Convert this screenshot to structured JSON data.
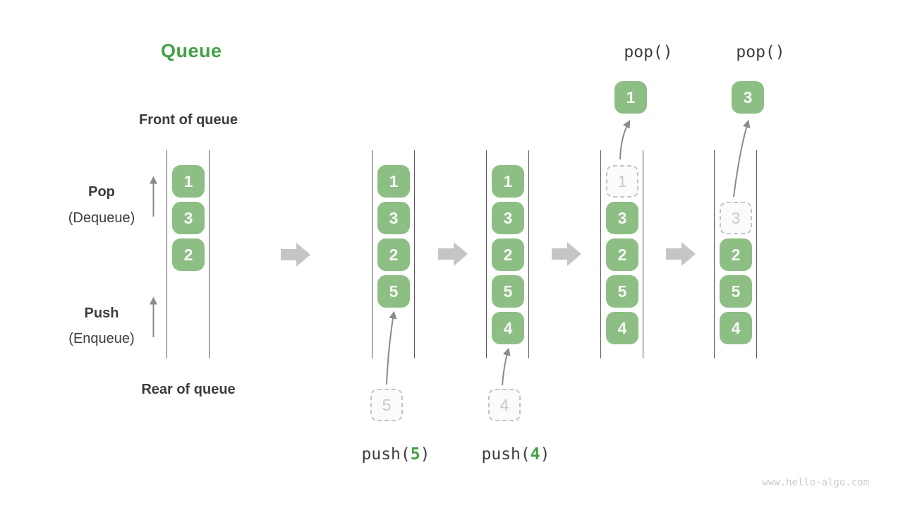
{
  "title": "Queue",
  "watermark": "www.hello-algo.com",
  "side_labels": {
    "front": "Front of queue",
    "rear": "Rear of queue",
    "pop": "Pop",
    "pop_sub": "(Dequeue)",
    "push": "Push",
    "push_sub": "(Enqueue)"
  },
  "colors": {
    "box_green": "#8DBE84",
    "accent_green": "#42A045",
    "text_dark": "#3C3C3C",
    "thin_arrow": "#8A8A8A",
    "block_arrow": "#C5C5C5",
    "line_gray": "#5A5A5A",
    "ghost_border": "#C5C5C5",
    "ghost_text": "#C8C8C8",
    "watermark_gray": "#CBCBCB"
  },
  "stages": [
    {
      "items": [
        "1",
        "3",
        "2"
      ]
    },
    {
      "items": [
        "1",
        "3",
        "2",
        "5"
      ],
      "incoming_value": "5",
      "op_fn": "push(",
      "op_arg": "5",
      "op_close": ")"
    },
    {
      "items": [
        "1",
        "3",
        "2",
        "5",
        "4"
      ],
      "incoming_value": "4",
      "op_fn": "push(",
      "op_arg": "4",
      "op_close": ")"
    },
    {
      "items": [
        "3",
        "2",
        "5",
        "4"
      ],
      "op": "pop()",
      "popped_value": "1",
      "ghost_value": "1"
    },
    {
      "items": [
        "2",
        "5",
        "4"
      ],
      "op": "pop()",
      "popped_value": "3",
      "ghost_value": "3"
    }
  ]
}
